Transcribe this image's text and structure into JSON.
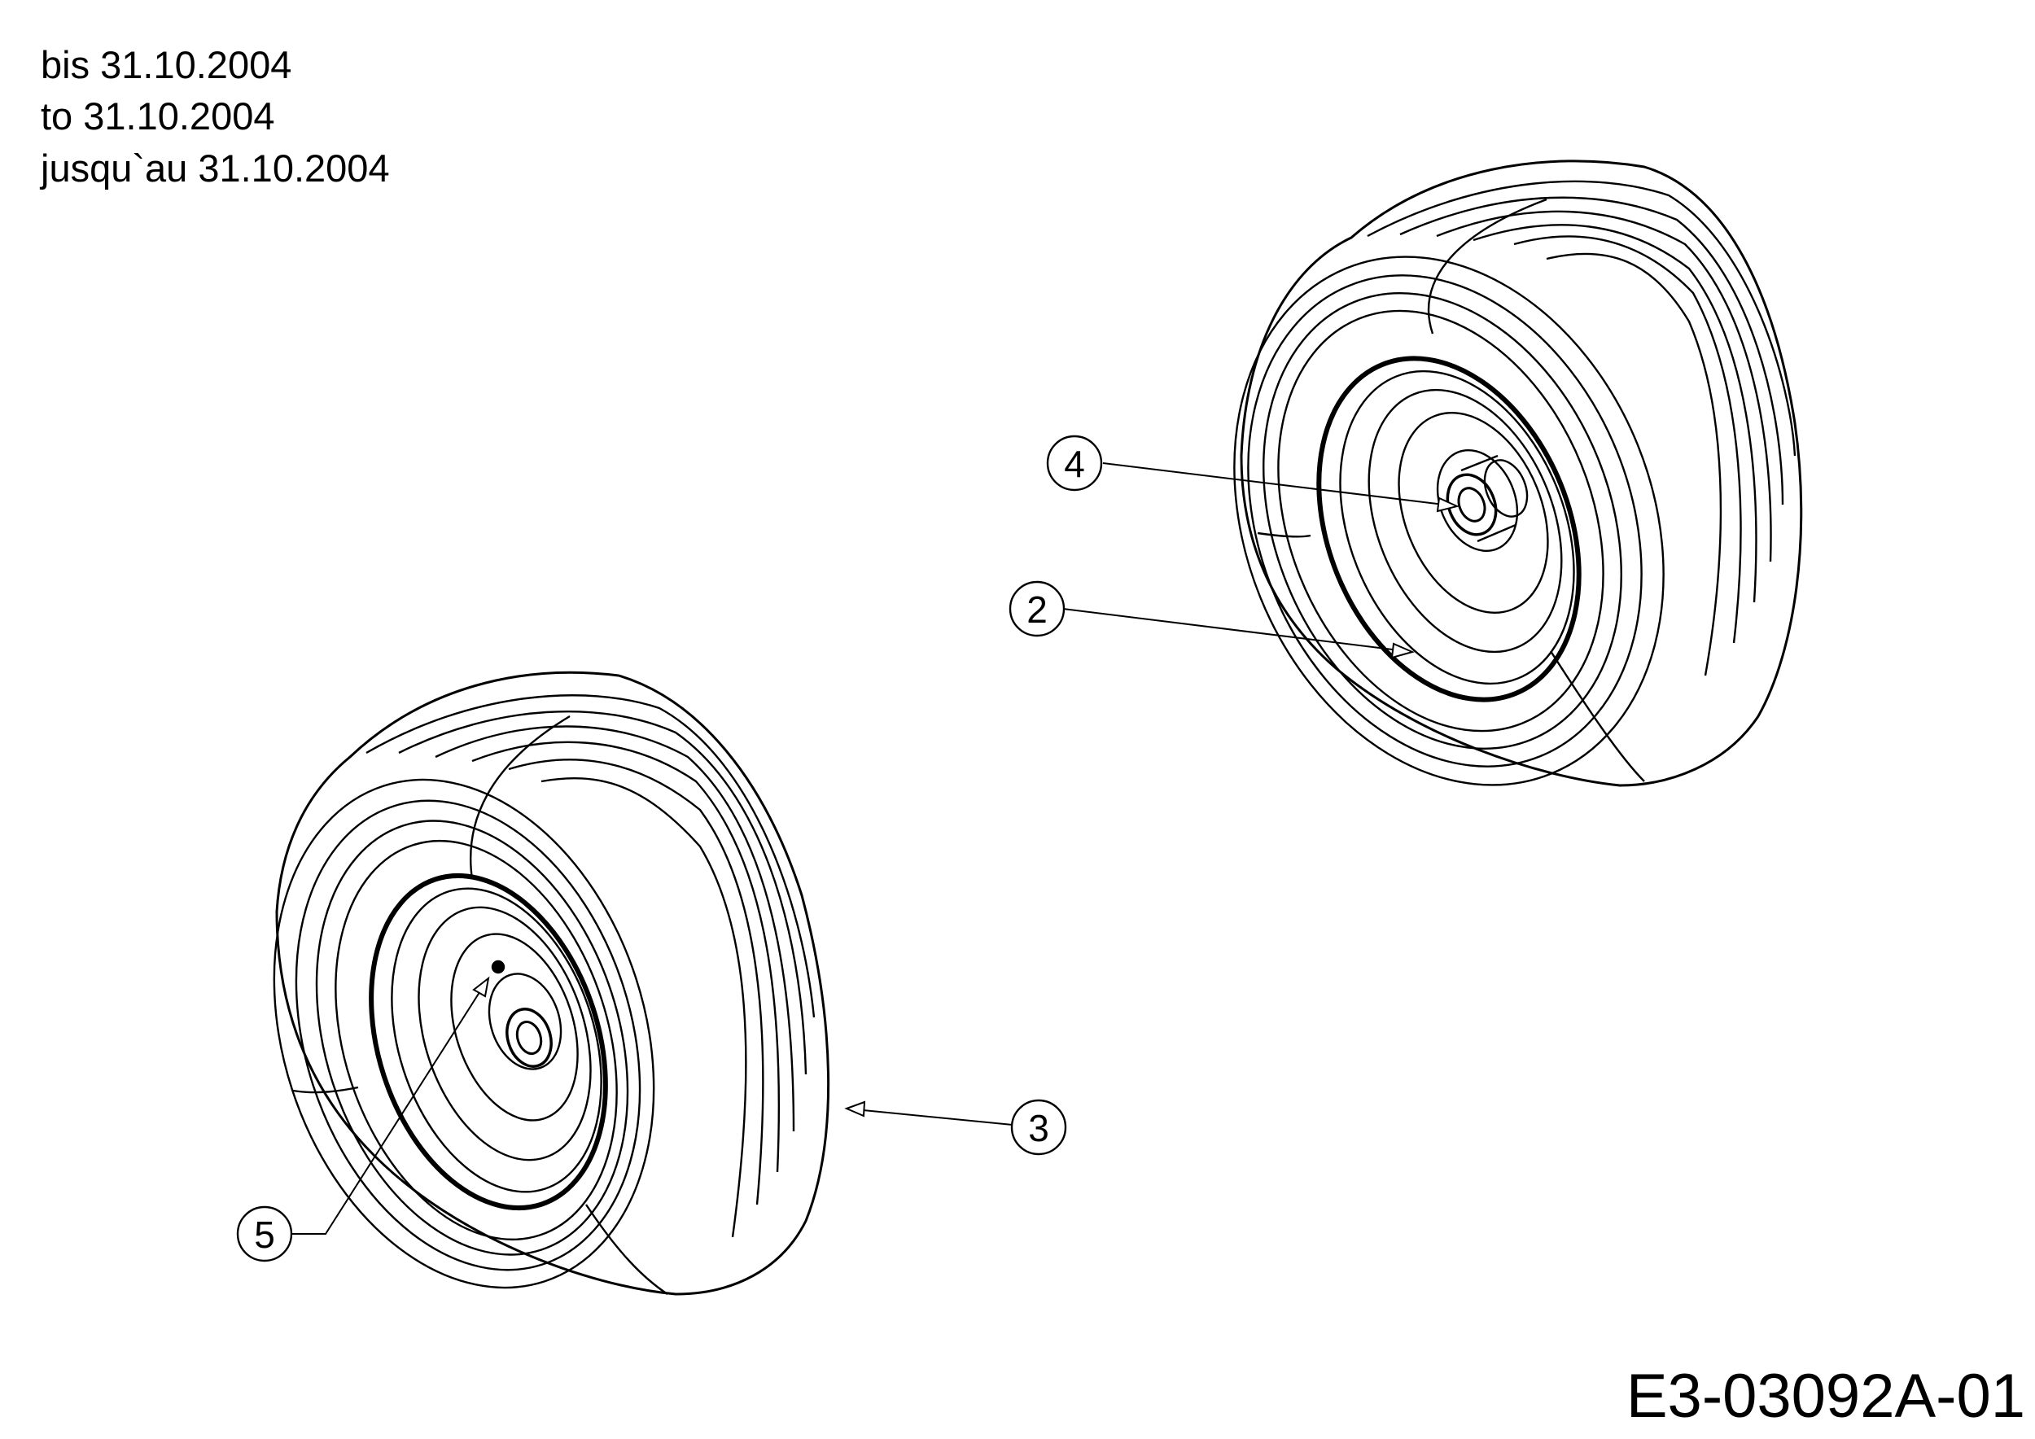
{
  "notes": {
    "de": "bis 31.10.2004",
    "en": "to 31.10.2004",
    "fr": "jusqu`au 31.10.2004"
  },
  "drawing_code": "E3-03092A-01",
  "callouts": {
    "c2": "2",
    "c3": "3",
    "c4": "4",
    "c5": "5"
  }
}
